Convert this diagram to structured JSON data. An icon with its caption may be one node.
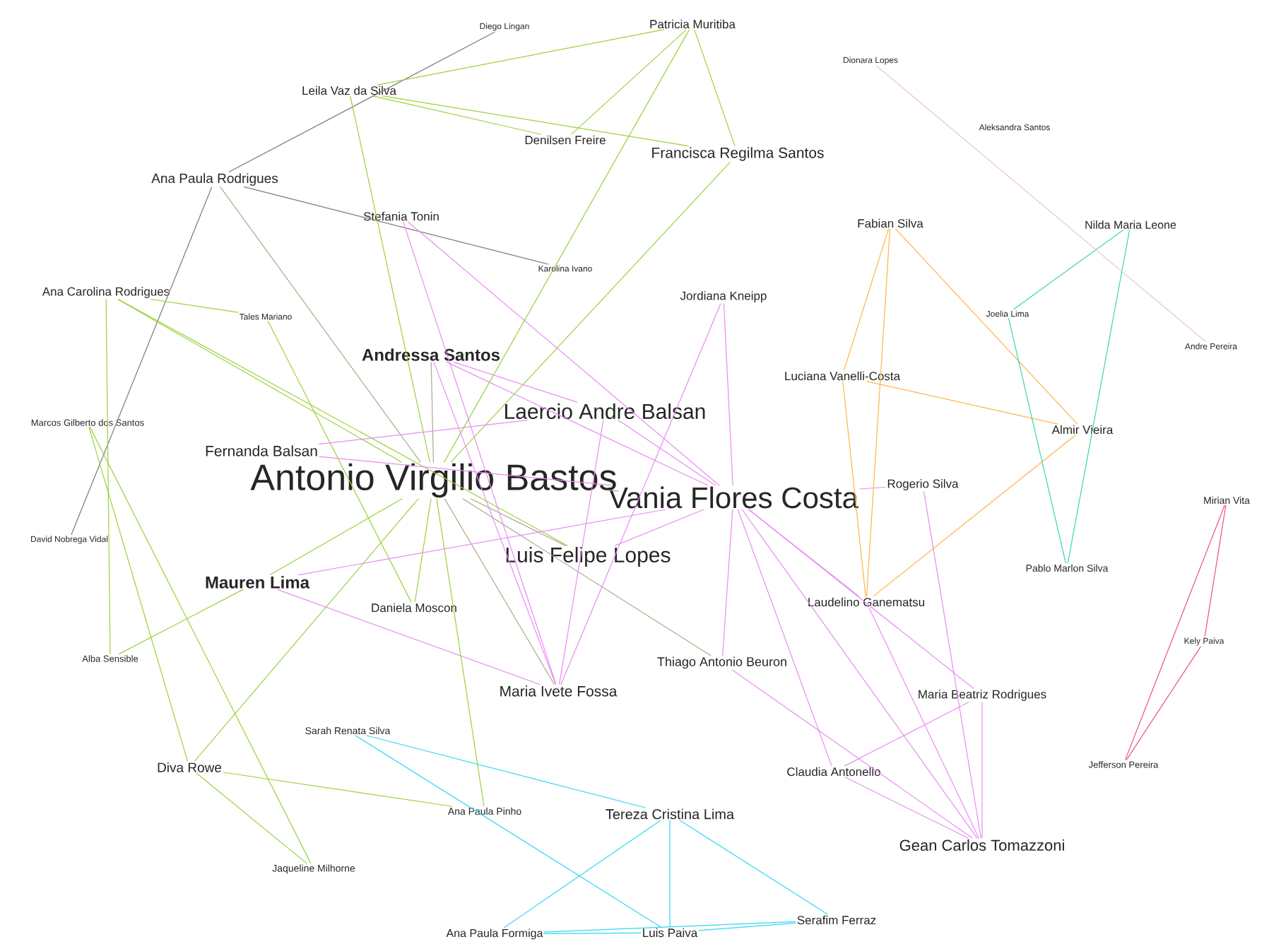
{
  "diagram": {
    "nodes": [
      {
        "text": [
          "Diego Lingan"
        ]
      },
      {
        "text": [
          "Patricia Muritiba"
        ]
      },
      {
        "text": [
          "Leila Vaz da Silva"
        ]
      },
      {
        "text": [
          "Denilsen Freire"
        ]
      },
      {
        "text": [
          "Francisca Regilma Santos"
        ]
      },
      {
        "text": [
          "Ana Paula Rodrigues"
        ]
      },
      {
        "text": [
          "Stefania Tonin"
        ]
      },
      {
        "text": [
          "Karolina Ivano"
        ]
      },
      {
        "text": [
          "Dionara Lopes"
        ]
      },
      {
        "text": [
          "Aleksandra Santos"
        ]
      },
      {
        "text": [
          "Fabian Silva"
        ]
      },
      {
        "text": [
          "Nilda Maria Leone"
        ]
      },
      {
        "text": [
          "Ana Carolina Rodrigues"
        ]
      },
      {
        "text": [
          "Tales Mariano"
        ]
      },
      {
        "text": [
          "Jordiana Kneipp"
        ]
      },
      {
        "text": [
          "Joelia Lima"
        ]
      },
      {
        "text": [
          "Andre Pereira"
        ]
      },
      {
        "text": [
          "Andressa Santos"
        ]
      },
      {
        "text": [
          "Luciana Vanelli-Costa"
        ]
      },
      {
        "text": [
          "Laercio Andre Balsan"
        ]
      },
      {
        "text": [
          "Marcos Gilberto dos Santos"
        ]
      },
      {
        "text": [
          "Almir Vieira"
        ]
      },
      {
        "text": [
          "Fernanda Balsan"
        ]
      },
      {
        "text": [
          "Antonio Virgilio Bastos"
        ]
      },
      {
        "text": [
          "Rogerio Silva"
        ]
      },
      {
        "text": [
          "Vania Flores Costa"
        ]
      },
      {
        "text": [
          "Mirian Vita"
        ]
      },
      {
        "text": [
          "David Nobrega Vidal"
        ]
      },
      {
        "text": [
          "Luis Felipe Lopes"
        ]
      },
      {
        "text": [
          "Pablo Marlon Silva"
        ]
      },
      {
        "text": [
          "Mauren Lima"
        ]
      },
      {
        "text": [
          "Laudelino Ganematsu"
        ]
      },
      {
        "text": [
          "Daniela Moscon"
        ]
      },
      {
        "text": [
          "Kely Paiva"
        ]
      },
      {
        "text": [
          "Alba Sensible"
        ]
      },
      {
        "text": [
          "Thiago Antonio Beuron"
        ]
      },
      {
        "text": [
          "Maria Ivete Fossa"
        ]
      },
      {
        "text": [
          "Maria Beatriz Rodrigues"
        ]
      },
      {
        "text": [
          "Sarah Renata Silva"
        ]
      },
      {
        "text": [
          "Jefferson Pereira"
        ]
      },
      {
        "text": [
          "Diva Rowe"
        ]
      },
      {
        "text": [
          "Claudia Antonello"
        ]
      },
      {
        "text": [
          "Ana Paula Pinho"
        ]
      },
      {
        "text": [
          "Tereza Cristina Lima"
        ]
      },
      {
        "text": [
          "Gean Carlos Tomazzoni"
        ]
      },
      {
        "text": [
          "Jaqueline Milhorne"
        ]
      },
      {
        "text": [
          "Serafim Ferraz"
        ]
      },
      {
        "text": [
          "Ana Paula Formiga"
        ]
      },
      {
        "text": [
          "Luis Paiva"
        ]
      }
    ],
    "edges": [
      {
        "from": 0,
        "to": 5,
        "arrow": "none",
        "color": "#7a7a7a"
      },
      {
        "from": 5,
        "to": 7,
        "arrow": "none",
        "color": "#7a7a7a"
      },
      {
        "from": 5,
        "to": 27,
        "arrow": "none",
        "color": "#7a7a7a"
      },
      {
        "from": 5,
        "to": 23,
        "arrow": "none",
        "color": "#a9a98a"
      },
      {
        "from": 17,
        "to": 23,
        "arrow": "none",
        "color": "#a9a98a"
      },
      {
        "from": 23,
        "to": 35,
        "arrow": "none",
        "color": "#a9a98a"
      },
      {
        "from": 23,
        "to": 36,
        "arrow": "none",
        "color": "#a9a98a"
      },
      {
        "from": 23,
        "to": 28,
        "arrow": "none",
        "color": "#a9a98a"
      },
      {
        "from": 23,
        "to": 25,
        "arrow": "none",
        "color": "#a9a98a"
      },
      {
        "from": 1,
        "to": 2,
        "arrow": "none",
        "color": "#9ad23c"
      },
      {
        "from": 1,
        "to": 3,
        "arrow": "none",
        "color": "#9ad23c"
      },
      {
        "from": 1,
        "to": 4,
        "arrow": "none",
        "color": "#9ad23c"
      },
      {
        "from": 1,
        "to": 23,
        "arrow": "none",
        "color": "#9ad23c"
      },
      {
        "from": 2,
        "to": 4,
        "arrow": "none",
        "color": "#9ad23c"
      },
      {
        "from": 2,
        "to": 3,
        "arrow": "none",
        "color": "#9ad23c"
      },
      {
        "from": 2,
        "to": 23,
        "arrow": "none",
        "color": "#9ad23c"
      },
      {
        "from": 4,
        "to": 23,
        "arrow": "none",
        "color": "#9ad23c"
      },
      {
        "from": 12,
        "to": 13,
        "arrow": "none",
        "color": "#9ad23c"
      },
      {
        "from": 12,
        "to": 23,
        "arrow": "none",
        "color": "#9ad23c"
      },
      {
        "from": 12,
        "to": 34,
        "arrow": "none",
        "color": "#9ad23c"
      },
      {
        "from": 12,
        "to": 28,
        "arrow": "none",
        "color": "#9ad23c"
      },
      {
        "from": 13,
        "to": 32,
        "arrow": "none",
        "color": "#9ad23c"
      },
      {
        "from": 20,
        "to": 40,
        "arrow": "none",
        "color": "#9ad23c"
      },
      {
        "from": 20,
        "to": 45,
        "arrow": "none",
        "color": "#9ad23c"
      },
      {
        "from": 23,
        "to": 30,
        "arrow": "none",
        "color": "#9ad23c"
      },
      {
        "from": 23,
        "to": 32,
        "arrow": "none",
        "color": "#9ad23c"
      },
      {
        "from": 23,
        "to": 42,
        "arrow": "none",
        "color": "#9ad23c"
      },
      {
        "from": 23,
        "to": 40,
        "arrow": "none",
        "color": "#9ad23c"
      },
      {
        "from": 34,
        "to": 30,
        "arrow": "none",
        "color": "#9ad23c"
      },
      {
        "from": 40,
        "to": 42,
        "arrow": "none",
        "color": "#9ad23c"
      },
      {
        "from": 40,
        "to": 45,
        "arrow": "none",
        "color": "#9ad23c"
      },
      {
        "from": 6,
        "to": 25,
        "arrow": "none",
        "color": "#e88cf2"
      },
      {
        "from": 6,
        "to": 36,
        "arrow": "none",
        "color": "#e88cf2"
      },
      {
        "from": 14,
        "to": 36,
        "arrow": "none",
        "color": "#e88cf2"
      },
      {
        "from": 14,
        "to": 25,
        "arrow": "none",
        "color": "#e88cf2"
      },
      {
        "from": 17,
        "to": 25,
        "arrow": "none",
        "color": "#e88cf2"
      },
      {
        "from": 17,
        "to": 19,
        "arrow": "none",
        "color": "#e88cf2"
      },
      {
        "from": 17,
        "to": 36,
        "arrow": "none",
        "color": "#e88cf2"
      },
      {
        "from": 19,
        "to": 25,
        "arrow": "none",
        "color": "#e88cf2"
      },
      {
        "from": 19,
        "to": 36,
        "arrow": "none",
        "color": "#e88cf2"
      },
      {
        "from": 19,
        "to": 22,
        "arrow": "none",
        "color": "#e88cf2"
      },
      {
        "from": 22,
        "to": 25,
        "arrow": "none",
        "color": "#e88cf2"
      },
      {
        "from": 30,
        "to": 25,
        "arrow": "none",
        "color": "#e88cf2"
      },
      {
        "from": 30,
        "to": 36,
        "arrow": "none",
        "color": "#e88cf2"
      },
      {
        "from": 28,
        "to": 25,
        "arrow": "none",
        "color": "#e88cf2"
      },
      {
        "from": 24,
        "to": 25,
        "arrow": "none",
        "color": "#e88cf2"
      },
      {
        "from": 24,
        "to": 44,
        "arrow": "none",
        "color": "#e88cf2"
      },
      {
        "from": 25,
        "to": 31,
        "arrow": "none",
        "color": "#e88cf2"
      },
      {
        "from": 25,
        "to": 35,
        "arrow": "none",
        "color": "#e88cf2"
      },
      {
        "from": 25,
        "to": 41,
        "arrow": "none",
        "color": "#e88cf2"
      },
      {
        "from": 25,
        "to": 44,
        "arrow": "none",
        "color": "#e88cf2"
      },
      {
        "from": 25,
        "to": 37,
        "arrow": "none",
        "color": "#e88cf2"
      },
      {
        "from": 37,
        "to": 41,
        "arrow": "none",
        "color": "#e88cf2"
      },
      {
        "from": 37,
        "to": 44,
        "arrow": "none",
        "color": "#e88cf2"
      },
      {
        "from": 41,
        "to": 44,
        "arrow": "none",
        "color": "#e88cf2"
      },
      {
        "from": 35,
        "to": 44,
        "arrow": "none",
        "color": "#e88cf2"
      },
      {
        "from": 31,
        "to": 44,
        "arrow": "none",
        "color": "#e88cf2"
      },
      {
        "from": 10,
        "to": 18,
        "arrow": "none",
        "color": "#ffb347"
      },
      {
        "from": 10,
        "to": 31,
        "arrow": "none",
        "color": "#ffb347"
      },
      {
        "from": 10,
        "to": 21,
        "arrow": "none",
        "color": "#ffb347"
      },
      {
        "from": 18,
        "to": 21,
        "arrow": "none",
        "color": "#ffb347"
      },
      {
        "from": 18,
        "to": 31,
        "arrow": "none",
        "color": "#ffb347"
      },
      {
        "from": 21,
        "to": 31,
        "arrow": "none",
        "color": "#ffb347"
      },
      {
        "from": 11,
        "to": 15,
        "arrow": "none",
        "color": "#3cd6b4"
      },
      {
        "from": 15,
        "to": 29,
        "arrow": "none",
        "color": "#3cd6b4"
      },
      {
        "from": 11,
        "to": 29,
        "arrow": "none",
        "color": "#3cd6b4"
      },
      {
        "from": 38,
        "to": 43,
        "arrow": "none",
        "color": "#33d6f5"
      },
      {
        "from": 38,
        "to": 48,
        "arrow": "none",
        "color": "#33d6f5"
      },
      {
        "from": 43,
        "to": 47,
        "arrow": "none",
        "color": "#33d6f5"
      },
      {
        "from": 43,
        "to": 48,
        "arrow": "none",
        "color": "#33d6f5"
      },
      {
        "from": 43,
        "to": 46,
        "arrow": "none",
        "color": "#33d6f5"
      },
      {
        "from": 47,
        "to": 46,
        "arrow": "none",
        "color": "#33d6f5"
      },
      {
        "from": 47,
        "to": 48,
        "arrow": "none",
        "color": "#33d6f5"
      },
      {
        "from": 48,
        "to": 46,
        "arrow": "none",
        "color": "#33d6f5"
      },
      {
        "from": 26,
        "to": 39,
        "arrow": "none",
        "color": "#f0507a"
      },
      {
        "from": 26,
        "to": 33,
        "arrow": "none",
        "color": "#f0507a"
      },
      {
        "from": 33,
        "to": 39,
        "arrow": "none",
        "color": "#f0507a"
      },
      {
        "from": 8,
        "to": 16,
        "arrow": "none",
        "color": "#e8c8c8"
      }
    ]
  }
}
